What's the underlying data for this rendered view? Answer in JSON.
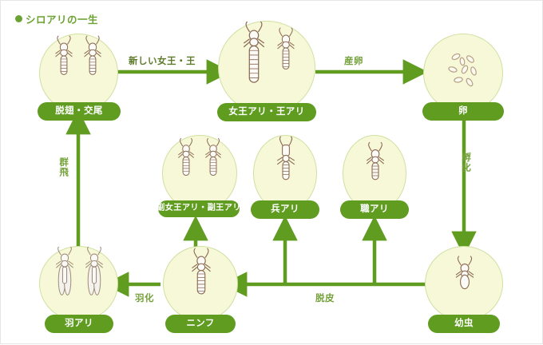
{
  "page": {
    "title": "シロアリの一生",
    "title_bullet": "●"
  },
  "colors": {
    "arrow_green": "#5f9c20",
    "pill_green": "#5f9c20",
    "bulb_fill": "#f7f8d8",
    "bulb_border": "#cfe0a0",
    "label_green": "#74a13a",
    "title_green": "#6aa332",
    "frame_border": "#e6e6e6"
  },
  "nodes": [
    {
      "id": "dasshi-kobi",
      "label": "脱翅・交尾",
      "icon": "termite-pair-icon"
    },
    {
      "id": "queen-king",
      "label": "女王アリ・王アリ",
      "icon": "termite-pair-large-icon"
    },
    {
      "id": "egg",
      "label": "卵",
      "icon": "eggs-icon"
    },
    {
      "id": "sub-queen-king",
      "label": "副女王アリ・副王アリ",
      "icon": "termite-pair-icon"
    },
    {
      "id": "soldier",
      "label": "兵アリ",
      "icon": "soldier-termite-icon"
    },
    {
      "id": "worker",
      "label": "職アリ",
      "icon": "worker-termite-icon"
    },
    {
      "id": "alate",
      "label": "羽アリ",
      "icon": "winged-termite-pair-icon"
    },
    {
      "id": "nymph",
      "label": "ニンフ",
      "icon": "nymph-termite-icon"
    },
    {
      "id": "larva",
      "label": "幼虫",
      "icon": "larva-termite-icon"
    }
  ],
  "edges": [
    {
      "id": "new-queen-king",
      "label": "新しい女王・王",
      "from": "dasshi-kobi",
      "to": "queen-king",
      "orientation": "horizontal"
    },
    {
      "id": "oviposition",
      "label": "産卵",
      "from": "queen-king",
      "to": "egg",
      "orientation": "horizontal"
    },
    {
      "id": "hatching",
      "label": "孵化",
      "from": "egg",
      "to": "larva",
      "orientation": "vertical"
    },
    {
      "id": "molting",
      "label": "脱皮",
      "from": "larva",
      "to": "nymph",
      "orientation": "horizontal"
    },
    {
      "id": "emergence",
      "label": "羽化",
      "from": "nymph",
      "to": "alate",
      "orientation": "horizontal"
    },
    {
      "id": "swarming",
      "label": "群飛",
      "from": "alate",
      "to": "dasshi-kobi",
      "orientation": "vertical"
    }
  ]
}
